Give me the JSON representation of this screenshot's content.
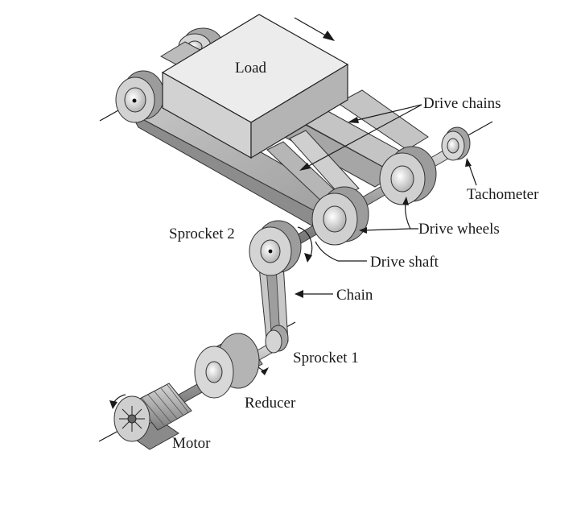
{
  "labels": {
    "load": "Load",
    "drive_chains": "Drive chains",
    "tachometer": "Tachometer",
    "drive_wheels": "Drive wheels",
    "sprocket2": "Sprocket 2",
    "drive_shaft": "Drive shaft",
    "chain": "Chain",
    "sprocket1": "Sprocket 1",
    "reducer": "Reducer",
    "motor": "Motor"
  },
  "colors": {
    "belt_top": "#bcbcbc",
    "belt_dark": "#8d8d8d",
    "box_top": "#e9e9e9",
    "box_front": "#d0d0d0",
    "box_side": "#b3b3b3",
    "wheel": "#c8c8c8",
    "shaft": "#9a9a9a"
  }
}
